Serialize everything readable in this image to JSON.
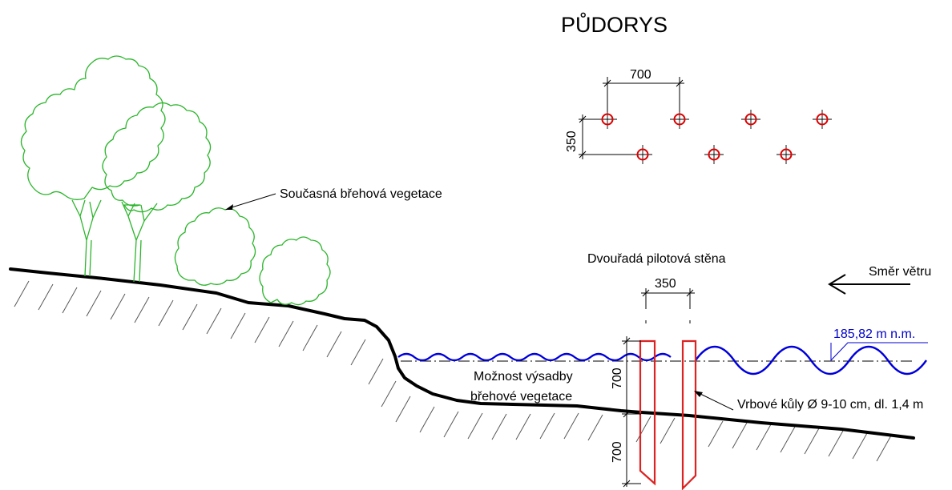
{
  "plan": {
    "title": "PŮDORYS",
    "dim_horizontal": "700",
    "dim_vertical": "350"
  },
  "section": {
    "vegetation_label": "Současná břehová vegetace",
    "wall_label": "Dvouřadá pilotová stěna",
    "wall_dim": "350",
    "wind_label": "Směr větru",
    "water_level": "185,82 m n.m.",
    "planting_line1": "Možnost výsadby",
    "planting_line2": "břehové vegetace",
    "stake_label": "Vrbové kůly Ø 9-10 cm, dl. 1,4 m",
    "dim_upper": "700",
    "dim_lower": "700"
  },
  "colors": {
    "vegetation": "#2bb52b",
    "water": "#0000dd",
    "stakes": "#dd2222",
    "ground": "#000000"
  }
}
